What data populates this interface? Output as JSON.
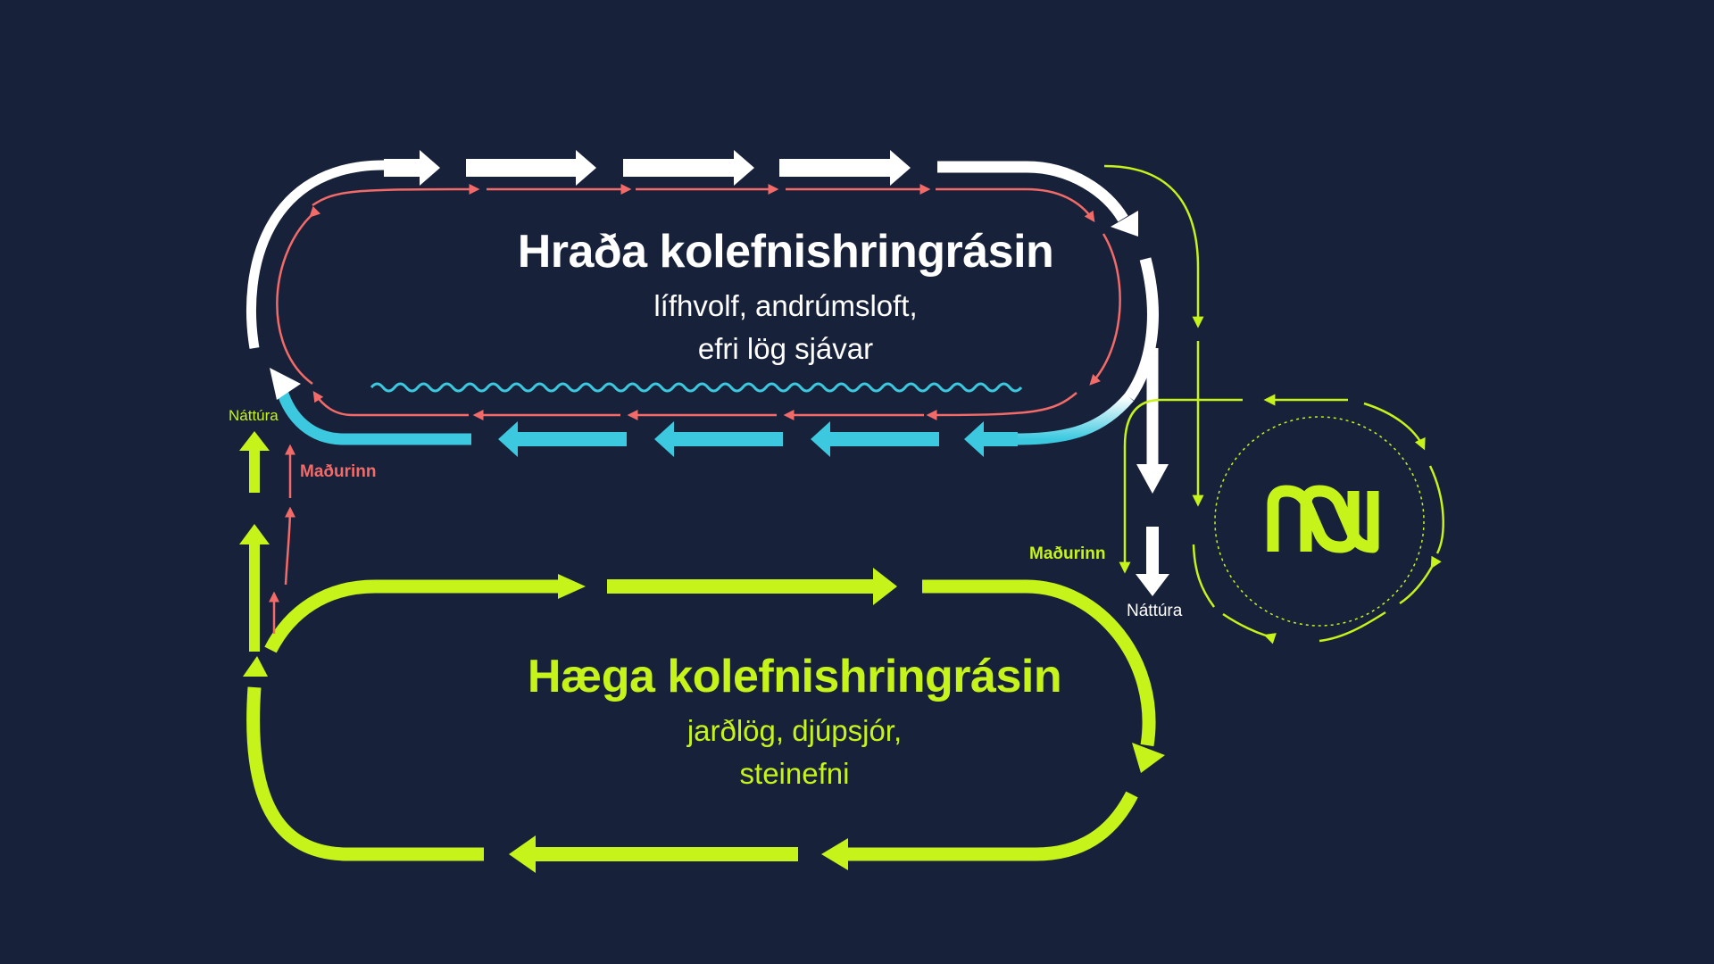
{
  "fast_cycle": {
    "title": "Hraða kolefnishringrásin",
    "subtitle_line1": "lífhvolf, andrúmsloft,",
    "subtitle_line2": "efri lög sjávar"
  },
  "slow_cycle": {
    "title": "Hæga kolefnishringrásin",
    "subtitle_line1": "jarðlög, djúpsjór,",
    "subtitle_line2": "steinefni"
  },
  "flow_labels": {
    "left_nature": "Náttúra",
    "left_human": "Maðurinn",
    "right_human": "Maðurinn",
    "right_nature": "Náttúra"
  },
  "colors": {
    "background": "#17213a",
    "fast_cycle": "#ffffff",
    "human_flow": "#f26b68",
    "ocean": "#3cc9e0",
    "slow_cycle": "#c6f31a"
  },
  "icons": {
    "logo": "nn-logo-icon",
    "ocean_surface": "wave-line-icon"
  }
}
